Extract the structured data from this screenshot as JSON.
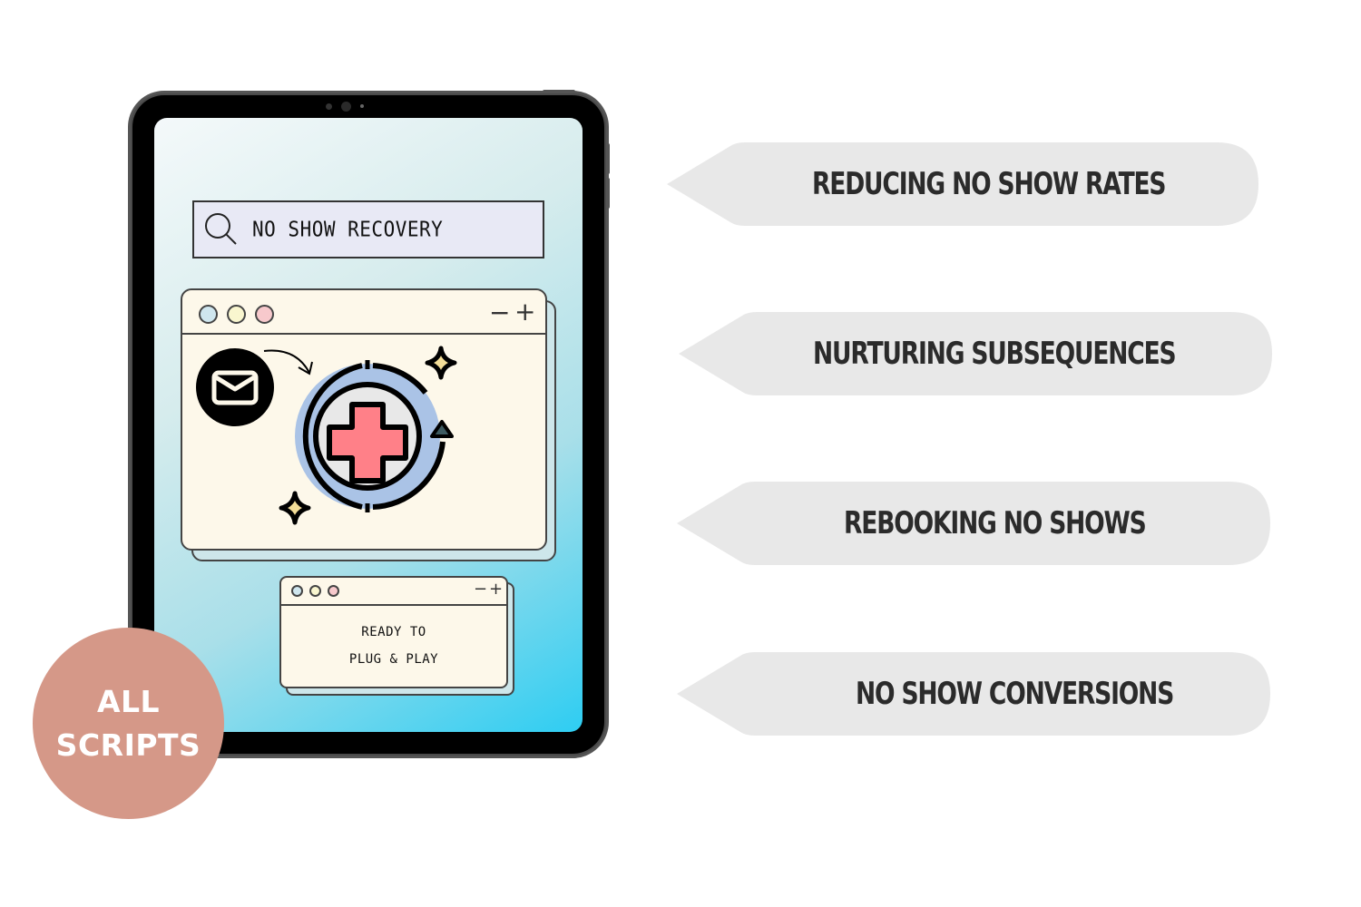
{
  "tablet": {
    "search": {
      "icon": "search-icon",
      "query": "NO SHOW RECOVERY"
    },
    "main_window": {
      "dots": [
        {
          "name": "blue",
          "color": "#cfe6ee"
        },
        {
          "name": "yellow",
          "color": "#f9f6cf"
        },
        {
          "name": "pink",
          "color": "#f7c9cc"
        }
      ],
      "minimize": "−",
      "maximize": "+",
      "illustration": {
        "mail_icon": "mail-icon",
        "arrow_icon": "curved-arrow-icon",
        "center_icon": "medical-cross-recovery-icon",
        "sparkles": [
          "sparkle-icon",
          "sparkle-icon"
        ],
        "colors": {
          "ring": "#aac3e6",
          "inner": "#e8e8e8",
          "cross": "#ff8088"
        }
      }
    },
    "small_window": {
      "minimize": "−",
      "maximize": "+",
      "line1": "READY TO",
      "line2": "PLUG & PLAY"
    }
  },
  "badge": {
    "line1": "ALL",
    "line2": "SCRIPTS",
    "color": "#d59888"
  },
  "tags": [
    {
      "label": "REDUCING NO SHOW RATES"
    },
    {
      "label": "NURTURING SUBSEQUENCES"
    },
    {
      "label": "REBOOKING NO SHOWS"
    },
    {
      "label": "NO SHOW CONVERSIONS"
    }
  ],
  "colors": {
    "tag_fill": "#e8e8e8",
    "tag_text": "#2b2b2b",
    "window_bg": "#fdf8ea",
    "search_bg": "#e8e9f5"
  }
}
